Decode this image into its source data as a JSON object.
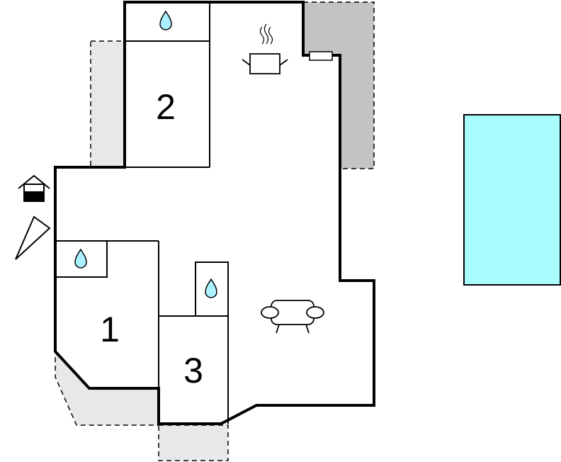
{
  "rooms": [
    {
      "id": "1",
      "label": "1"
    },
    {
      "id": "2",
      "label": "2"
    },
    {
      "id": "3",
      "label": "3"
    }
  ],
  "colors": {
    "wall": "#000000",
    "terrace_light": "#e8e8e8",
    "terrace_dark": "#c3c3c3",
    "pool": "#aafdff",
    "water_drop": "#aaf2ff"
  },
  "icons": [
    "water-drop-icon",
    "kitchen-pot-icon",
    "sofa-icon",
    "house-entrance-icon",
    "direction-arrow-icon",
    "radiator-icon",
    "pool"
  ]
}
